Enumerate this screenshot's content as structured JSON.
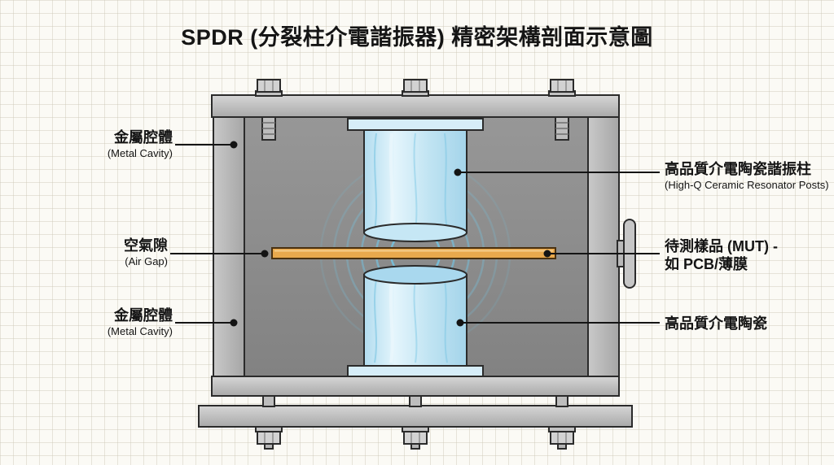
{
  "title": "SPDR (分裂柱介電諧振器) 精密架構剖面示意圖",
  "labels": {
    "metal_cavity_top": {
      "zh": "金屬腔體",
      "en": "(Metal Cavity)"
    },
    "air_gap": {
      "zh": "空氣隙",
      "en": "(Air Gap)"
    },
    "metal_cavity_bottom": {
      "zh": "金屬腔體",
      "en": "(Metal Cavity)"
    },
    "resonator_posts": {
      "zh": "高品質介電陶瓷諧振柱",
      "en": "(High-Q Ceramic Resonator Posts)"
    },
    "sample_mut": {
      "line1": "待測樣品 (MUT) -",
      "line2": "如 PCB/薄膜"
    },
    "ceramic_bottom": {
      "zh": "高品質介電陶瓷"
    }
  },
  "colors": {
    "metal": "#c2c2c2",
    "cavity_interior": "#8e8e8e",
    "ceramic_post": "#bfe3f2",
    "sample": "#e9a94d",
    "field_lines": "#72c7e6",
    "callout": "#141414"
  }
}
